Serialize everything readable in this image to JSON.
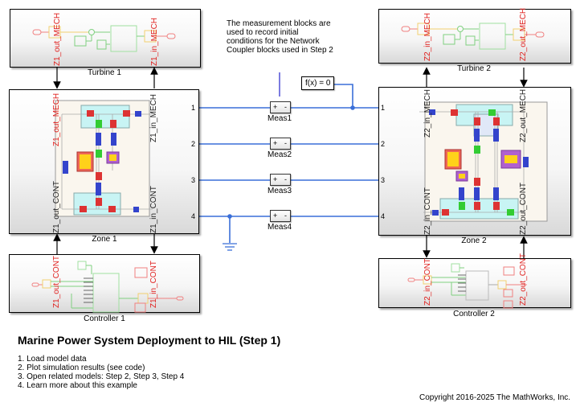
{
  "diagram": {
    "blocks": {
      "turbine1": {
        "label": "Turbine 1",
        "tag_left": "Z1_out_MECH",
        "tag_right": "Z1_in_MECH"
      },
      "turbine2": {
        "label": "Turbine 2",
        "tag_left": "Z2_in_MECH",
        "tag_right": "Z2_out_MECH"
      },
      "zone1": {
        "label": "Zone 1",
        "tag_top_left": "Z1_out_MECH",
        "tag_top_right": "Z1_in_MECH",
        "tag_bot_left": "Z1_out_CONT",
        "tag_bot_right": "Z1_in_CONT"
      },
      "zone2": {
        "label": "Zone 2",
        "tag_top_left": "Z2_in_MECH",
        "tag_top_right": "Z2_out_MECH",
        "tag_bot_left": "Z2_in_CONT",
        "tag_bot_right": "Z2_out_CONT"
      },
      "controller1": {
        "label": "Controller 1",
        "tag_left": "Z1_out_CONT",
        "tag_right": "Z1_in_CONT"
      },
      "controller2": {
        "label": "Controller 2",
        "tag_left": "Z2_in_CONT",
        "tag_right": "Z2_out_CONT"
      }
    },
    "ports_zone1": [
      "1",
      "2",
      "3",
      "4"
    ],
    "ports_zone2": [
      "1",
      "2",
      "3",
      "4"
    ],
    "meas": [
      {
        "label": "Meas1",
        "plus": "+",
        "minus": "-"
      },
      {
        "label": "Meas2",
        "plus": "+",
        "minus": "-"
      },
      {
        "label": "Meas3",
        "plus": "+",
        "minus": "-"
      },
      {
        "label": "Meas4",
        "plus": "+",
        "minus": "-"
      }
    ],
    "solver_block": "f(x) = 0",
    "annotation": "The measurement blocks are used to record initial conditions for the Network Coupler blocks used in Step 2",
    "annotation_lines": [
      "The measurement blocks are",
      "used to record initial",
      "conditions for the Network",
      "Coupler blocks used in Step 2"
    ],
    "colors": {
      "wire": "#3a6fd8",
      "tag": "#e0201e",
      "subsystem_bg": "#faf6ee",
      "bus": "#c8f4f4"
    }
  },
  "info": {
    "title": "Marine Power System Deployment to HIL (Step 1)",
    "links": [
      "1. Load model data",
      "2. Plot simulation results (see code)",
      "3. Open related models: Step 2, Step 3, Step 4",
      "4. Learn more about this example"
    ],
    "copyright": "Copyright 2016-2025 The MathWorks, Inc."
  }
}
